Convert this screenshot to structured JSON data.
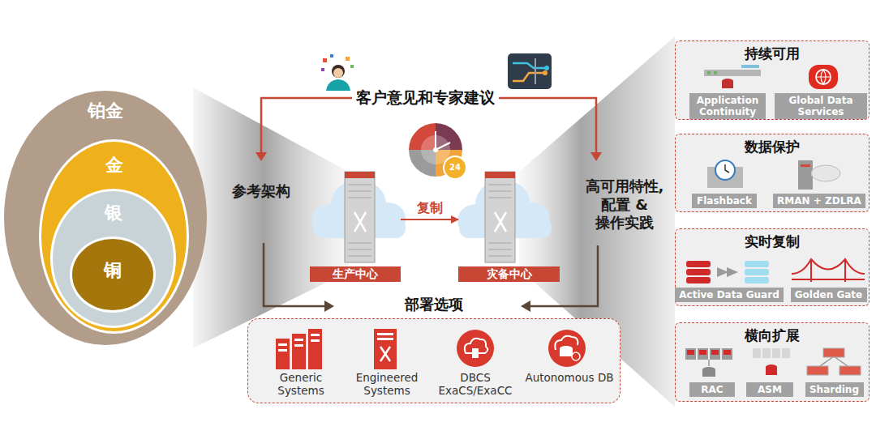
{
  "diagram": {
    "nodes": [
      {
        "text": [
          "铂金"
        ]
      },
      {
        "text": [
          "金"
        ],
        "in": 0
      },
      {
        "text": [
          "银"
        ],
        "in": 1
      },
      {
        "text": [
          "铜"
        ],
        "in": 2
      },
      {
        "text": [
          "生产中心"
        ]
      },
      {
        "text": [
          "灾备中心"
        ]
      },
      {
        "text": [
          "部署选项",
          "Generic Systems",
          "Engineered Systems",
          "DBCS ExaCS/ExaCC",
          "Autonomous DB"
        ]
      },
      {
        "text": [
          "持续可用"
        ]
      },
      {
        "text": [
          "Application Continuity"
        ],
        "in": 7
      },
      {
        "text": [
          "Global Data Services"
        ],
        "in": 7
      },
      {
        "text": [
          "数据保护"
        ]
      },
      {
        "text": [
          "Flashback"
        ],
        "in": 10
      },
      {
        "text": [
          "RMAN + ZDLRA"
        ],
        "in": 10
      },
      {
        "text": [
          "实时复制"
        ]
      },
      {
        "text": [
          "Active Data Guard"
        ],
        "in": 13
      },
      {
        "text": [
          "Golden Gate"
        ],
        "in": 13
      },
      {
        "text": [
          "横向扩展"
        ]
      },
      {
        "text": [
          "RAC"
        ],
        "in": 16
      },
      {
        "text": [
          "ASM"
        ],
        "in": 16
      },
      {
        "text": [
          "Sharding"
        ],
        "in": 16
      }
    ],
    "edges": [
      {
        "from": 4,
        "to": 5,
        "label": "复制",
        "arrow": "to"
      }
    ],
    "labels": [
      "客户意见和专家建议",
      "参考架构",
      "高可用特性, 配置 & 操作实践",
      "24"
    ]
  }
}
